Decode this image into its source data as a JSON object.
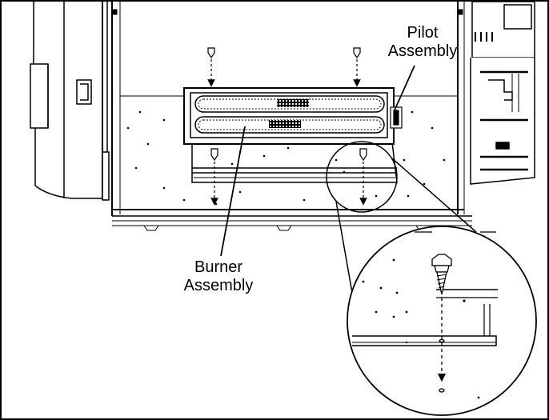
{
  "callouts": {
    "pilot": {
      "line1": "Pilot",
      "line2": "Assembly"
    },
    "burner": {
      "line1": "Burner",
      "line2": "Assembly"
    }
  }
}
